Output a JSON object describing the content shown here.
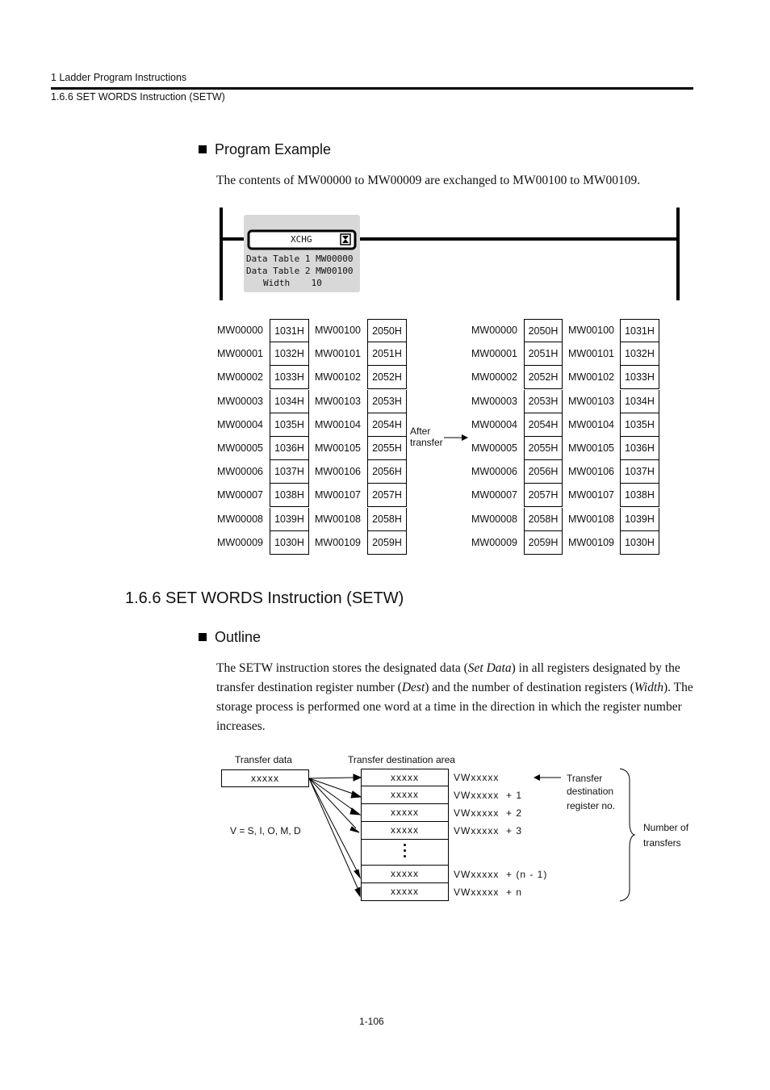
{
  "header": {
    "chapter": "1  Ladder Program Instructions",
    "section": "1.6.6  SET WORDS Instruction (SETW)"
  },
  "program_example": {
    "heading": "Program Example",
    "text": "The contents of MW00000 to MW00009 are exchanged to MW00100 to MW00109.",
    "ladder": {
      "instruction": "XCHG",
      "line1": "Data Table 1 MW00000",
      "line2": "Data Table 2 MW00100",
      "line3": "Width    10"
    },
    "before": [
      {
        "reg1": "MW00000",
        "val1": "1031H",
        "reg2": "MW00100",
        "val2": "2050H"
      },
      {
        "reg1": "MW00001",
        "val1": "1032H",
        "reg2": "MW00101",
        "val2": "2051H"
      },
      {
        "reg1": "MW00002",
        "val1": "1033H",
        "reg2": "MW00102",
        "val2": "2052H"
      },
      {
        "reg1": "MW00003",
        "val1": "1034H",
        "reg2": "MW00103",
        "val2": "2053H"
      },
      {
        "reg1": "MW00004",
        "val1": "1035H",
        "reg2": "MW00104",
        "val2": "2054H"
      },
      {
        "reg1": "MW00005",
        "val1": "1036H",
        "reg2": "MW00105",
        "val2": "2055H"
      },
      {
        "reg1": "MW00006",
        "val1": "1037H",
        "reg2": "MW00106",
        "val2": "2056H"
      },
      {
        "reg1": "MW00007",
        "val1": "1038H",
        "reg2": "MW00107",
        "val2": "2057H"
      },
      {
        "reg1": "MW00008",
        "val1": "1039H",
        "reg2": "MW00108",
        "val2": "2058H"
      },
      {
        "reg1": "MW00009",
        "val1": "1030H",
        "reg2": "MW00109",
        "val2": "2059H"
      }
    ],
    "transfer_label_1": "After",
    "transfer_label_2": "transfer",
    "after": [
      {
        "reg1": "MW00000",
        "val1": "2050H",
        "reg2": "MW00100",
        "val2": "1031H"
      },
      {
        "reg1": "MW00001",
        "val1": "2051H",
        "reg2": "MW00101",
        "val2": "1032H"
      },
      {
        "reg1": "MW00002",
        "val1": "2052H",
        "reg2": "MW00102",
        "val2": "1033H"
      },
      {
        "reg1": "MW00003",
        "val1": "2053H",
        "reg2": "MW00103",
        "val2": "1034H"
      },
      {
        "reg1": "MW00004",
        "val1": "2054H",
        "reg2": "MW00104",
        "val2": "1035H"
      },
      {
        "reg1": "MW00005",
        "val1": "2055H",
        "reg2": "MW00105",
        "val2": "1036H"
      },
      {
        "reg1": "MW00006",
        "val1": "2056H",
        "reg2": "MW00106",
        "val2": "1037H"
      },
      {
        "reg1": "MW00007",
        "val1": "2057H",
        "reg2": "MW00107",
        "val2": "1038H"
      },
      {
        "reg1": "MW00008",
        "val1": "2058H",
        "reg2": "MW00108",
        "val2": "1039H"
      },
      {
        "reg1": "MW00009",
        "val1": "2059H",
        "reg2": "MW00109",
        "val2": "1030H"
      }
    ]
  },
  "section_title": "1.6.6  SET WORDS Instruction (SETW)",
  "outline": {
    "heading": "Outline",
    "p1": "The SETW instruction stores the designated data (",
    "set_data": "Set Data",
    "p2": ") in all registers designated by the transfer destination register number (",
    "dest": "Dest",
    "p3": ") and the number of destination registers (",
    "width": "Width",
    "p4": "). The storage process is performed one word at a time in the direction in which the register number increases."
  },
  "diagram": {
    "transfer_data_label": "Transfer data",
    "dest_area_label": "Transfer destination area",
    "source_value": "xxxxx",
    "types": "V = S, I, O, M, D",
    "dest_rows": [
      {
        "value": "xxxxx",
        "reg": "VWxxxxx"
      },
      {
        "value": "xxxxx",
        "reg": "VWxxxxx  + 1"
      },
      {
        "value": "xxxxx",
        "reg": "VWxxxxx  + 2"
      },
      {
        "value": "xxxxx",
        "reg": "VWxxxxx  + 3"
      },
      {
        "value": "",
        "reg": ""
      },
      {
        "value": "xxxxx",
        "reg": "VWxxxxx  + (n - 1)"
      },
      {
        "value": "xxxxx",
        "reg": "VWxxxxx  + n"
      }
    ],
    "dest_reg_label_1": "Transfer",
    "dest_reg_label_2": "destination",
    "dest_reg_label_3": "register no.",
    "num_transfers_1": "Number of",
    "num_transfers_2": "transfers"
  },
  "page_number": "1-106"
}
